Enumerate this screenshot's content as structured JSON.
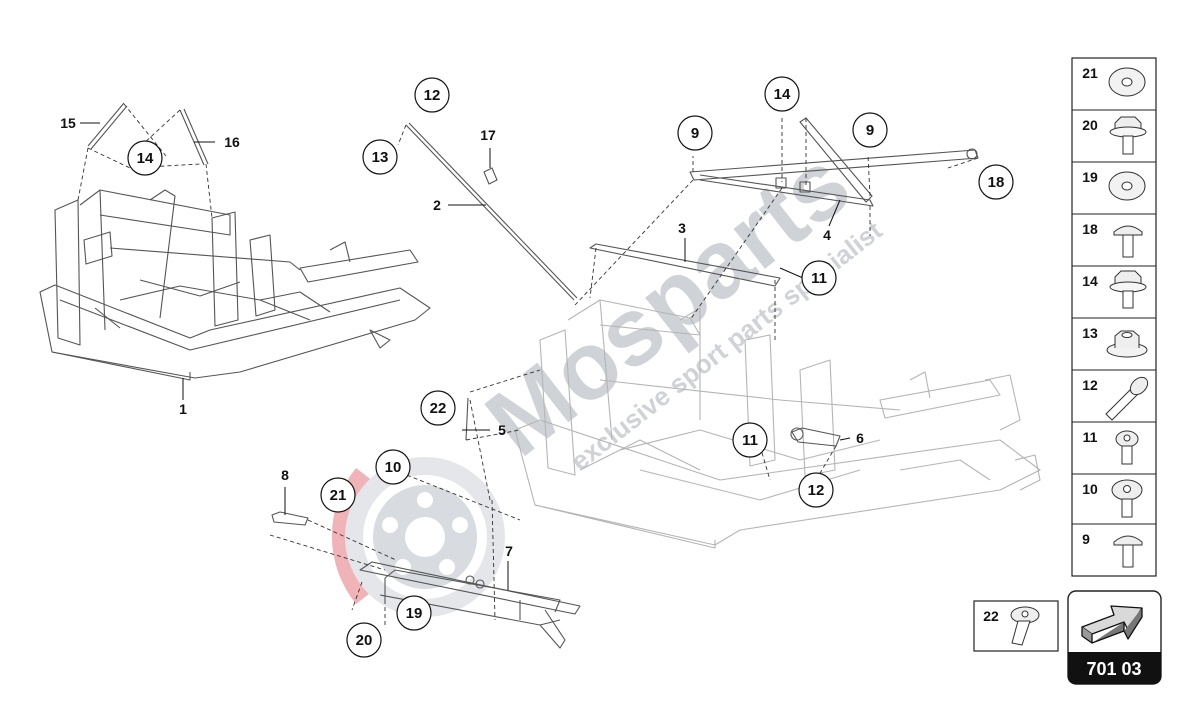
{
  "diagram": {
    "callouts": [
      {
        "id": "c14a",
        "label": "14"
      },
      {
        "id": "c12a",
        "label": "12"
      },
      {
        "id": "c13",
        "label": "13"
      },
      {
        "id": "c9a",
        "label": "9"
      },
      {
        "id": "c14b",
        "label": "14"
      },
      {
        "id": "c9b",
        "label": "9"
      },
      {
        "id": "c18",
        "label": "18"
      },
      {
        "id": "c11a",
        "label": "11"
      },
      {
        "id": "c22",
        "label": "22"
      },
      {
        "id": "c11b",
        "label": "11"
      },
      {
        "id": "c12b",
        "label": "12"
      },
      {
        "id": "c10",
        "label": "10"
      },
      {
        "id": "c21",
        "label": "21"
      },
      {
        "id": "c19",
        "label": "19"
      },
      {
        "id": "c20",
        "label": "20"
      }
    ],
    "part_labels": [
      {
        "id": "p15",
        "label": "15"
      },
      {
        "id": "p16",
        "label": "16"
      },
      {
        "id": "p1",
        "label": "1"
      },
      {
        "id": "p17",
        "label": "17"
      },
      {
        "id": "p2",
        "label": "2"
      },
      {
        "id": "p3",
        "label": "3"
      },
      {
        "id": "p4",
        "label": "4"
      },
      {
        "id": "p5",
        "label": "5"
      },
      {
        "id": "p6",
        "label": "6"
      },
      {
        "id": "p8",
        "label": "8"
      },
      {
        "id": "p7",
        "label": "7"
      }
    ]
  },
  "legend": {
    "items": [
      {
        "number": "21",
        "icon": "washer-icon"
      },
      {
        "number": "20",
        "icon": "hex-bolt-collar-icon"
      },
      {
        "number": "19",
        "icon": "washer-icon"
      },
      {
        "number": "18",
        "icon": "pan-head-screw-icon"
      },
      {
        "number": "14",
        "icon": "hex-bolt-collar-icon"
      },
      {
        "number": "13",
        "icon": "flange-nut-icon"
      },
      {
        "number": "12",
        "icon": "long-bolt-icon"
      },
      {
        "number": "11",
        "icon": "torx-screw-icon"
      },
      {
        "number": "10",
        "icon": "torx-flange-screw-icon"
      },
      {
        "number": "9",
        "icon": "pan-head-screw-icon"
      }
    ],
    "extra": {
      "number": "22",
      "icon": "flange-bolt-icon"
    }
  },
  "reference": {
    "code": "701 03",
    "icon": "arrow-icon"
  },
  "watermark": {
    "brand": "Mosparts",
    "tagline": "exclusive sport parts specialist",
    "colors": {
      "red": "#f0b3b8",
      "gray": "#cfd2d6"
    }
  }
}
